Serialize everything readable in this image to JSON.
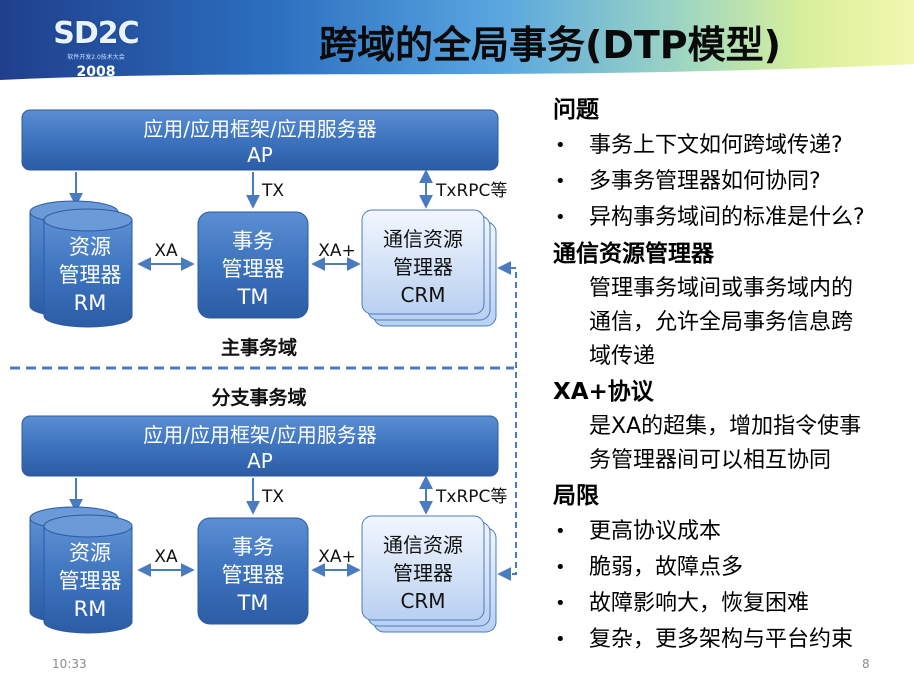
{
  "logo": {
    "text": "SD2C",
    "subtitle": "软件开发2.0技术大会",
    "year": "2008"
  },
  "title": "跨域的全局事务(DTP模型)",
  "diagram": {
    "top_domain": {
      "app_line1": "应用/应用框架/应用服务器",
      "app_line2": "AP",
      "rm": [
        "资源",
        "管理器",
        "RM"
      ],
      "tm": [
        "事务",
        "管理器",
        "TM"
      ],
      "crm": [
        "通信资源",
        "管理器",
        "CRM"
      ],
      "tx": "TX",
      "txrpc": "TxRPC等",
      "xa": "XA",
      "xa_plus": "XA+",
      "domain_label": "主事务域"
    },
    "bottom_domain": {
      "app_line1": "应用/应用框架/应用服务器",
      "app_line2": "AP",
      "rm": [
        "资源",
        "管理器",
        "RM"
      ],
      "tm": [
        "事务",
        "管理器",
        "TM"
      ],
      "crm": [
        "通信资源",
        "管理器",
        "CRM"
      ],
      "tx": "TX",
      "txrpc": "TxRPC等",
      "xa": "XA",
      "xa_plus": "XA+",
      "domain_label": "分支事务域"
    }
  },
  "panel": {
    "q_head": "问题",
    "q_items": [
      "事务上下文如何跨域传递?",
      "多事务管理器如何协同?",
      "异构事务域间的标准是什么?"
    ],
    "crm_head": "通信资源管理器",
    "crm_text": [
      "管理事务域间或事务域内的",
      "通信，允许全局事务信息跨",
      "域传递"
    ],
    "xa_head": "XA+协议",
    "xa_text": [
      "是XA的超集，增加指令使事",
      "务管理器间可以相互协同"
    ],
    "lim_head": "局限",
    "lim_items": [
      "更高协议成本",
      "脆弱，故障点多",
      "故障影响大，恢复困难",
      "复杂，更多架构与平台约束"
    ]
  },
  "footer": {
    "time": "10:33",
    "page": "8"
  }
}
